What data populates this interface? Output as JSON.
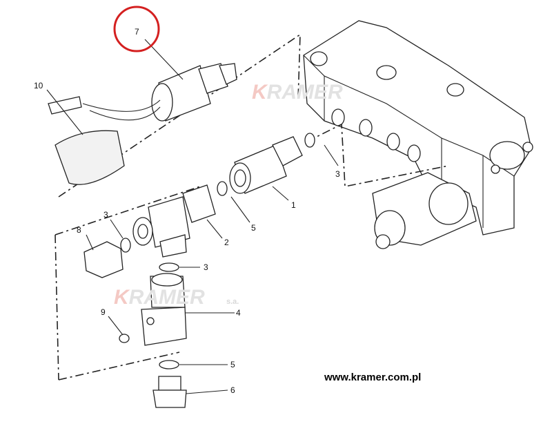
{
  "watermark": {
    "brand": "KRAMER",
    "brand_initial": "K",
    "brand_rest": "RAMER",
    "suffix": "s.a."
  },
  "website": "www.kramer.com.pl",
  "highlight": {
    "color": "#d42020",
    "target_callout": "7"
  },
  "callouts": [
    {
      "id": "c7",
      "text": "7"
    },
    {
      "id": "c10",
      "text": "10"
    },
    {
      "id": "c3a",
      "text": "3"
    },
    {
      "id": "c1",
      "text": "1"
    },
    {
      "id": "c3b",
      "text": "3"
    },
    {
      "id": "c8",
      "text": "8"
    },
    {
      "id": "c5a",
      "text": "5"
    },
    {
      "id": "c2",
      "text": "2"
    },
    {
      "id": "c3c",
      "text": "3"
    },
    {
      "id": "c4",
      "text": "4"
    },
    {
      "id": "c9",
      "text": "9"
    },
    {
      "id": "c5b",
      "text": "5"
    },
    {
      "id": "c6",
      "text": "6"
    }
  ]
}
